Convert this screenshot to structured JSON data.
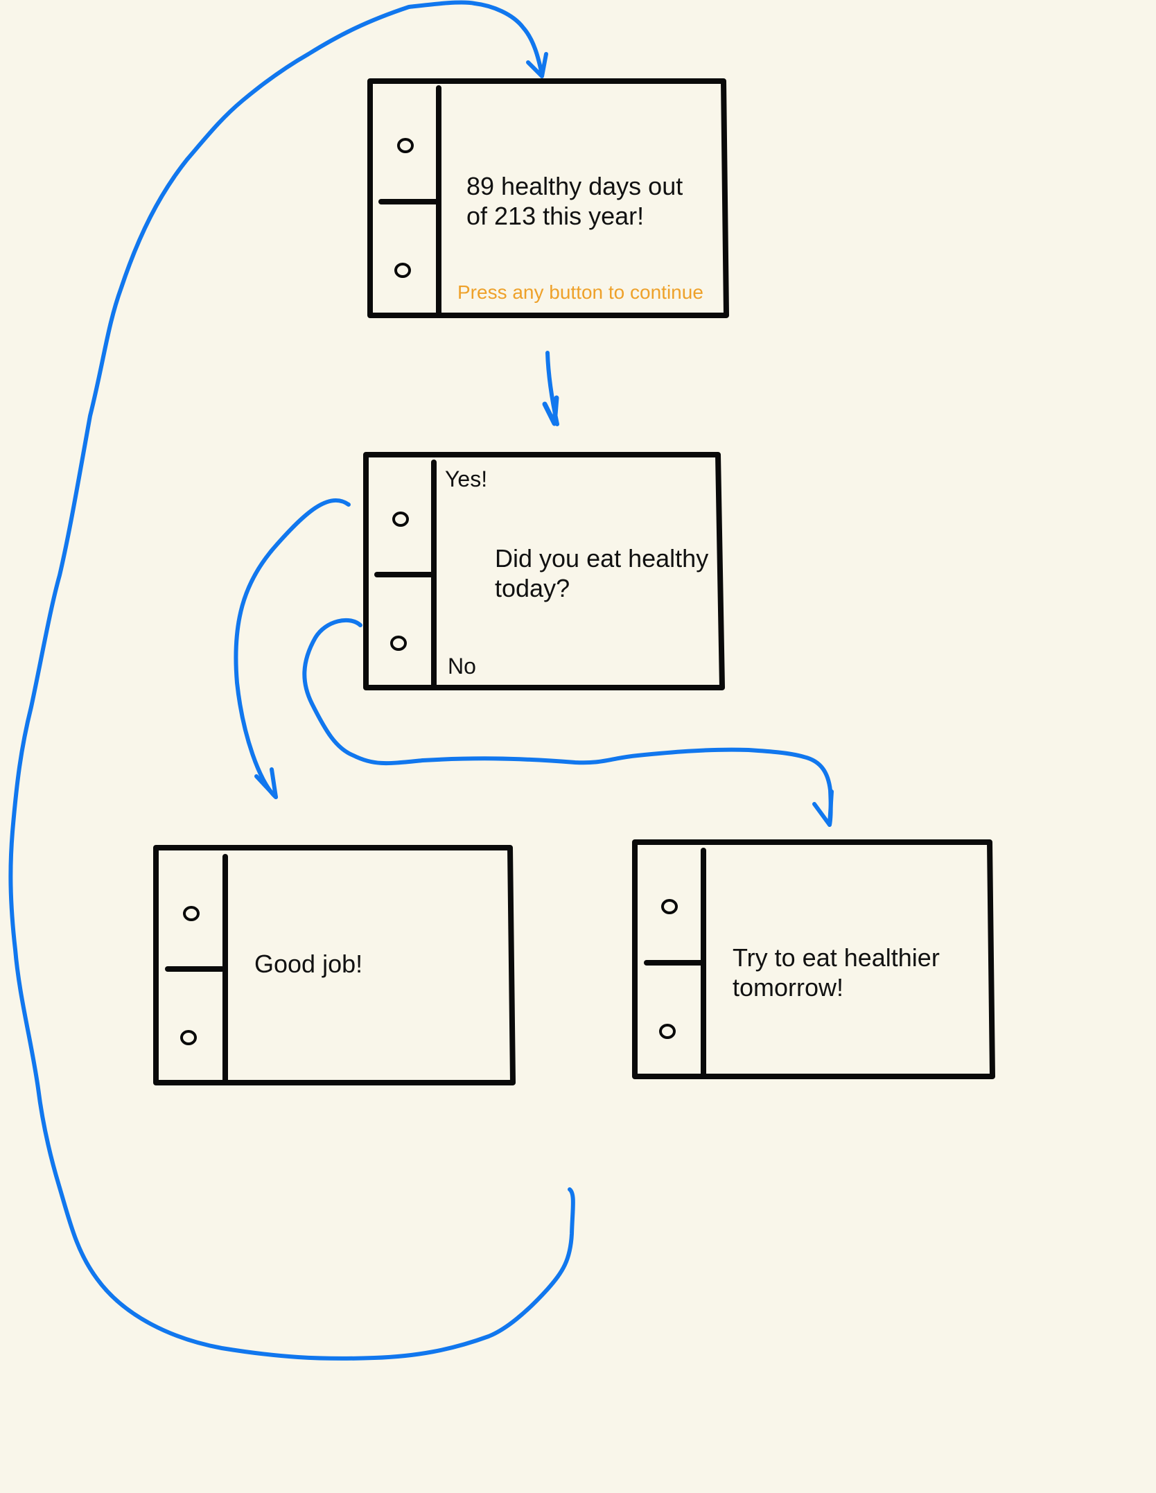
{
  "colors": {
    "background": "#f9f6ea",
    "frame": "#0a0a0a",
    "arrow": "#1177ee",
    "hint": "#eea12a"
  },
  "screens": {
    "summary": {
      "line1": "89 healthy days out",
      "line2": "of 213 this year!",
      "hint": "Press any button to continue"
    },
    "question": {
      "yes_label": "Yes!",
      "no_label": "No",
      "line1": "Did you eat healthy",
      "line2": "today?"
    },
    "good": {
      "line1": "Good job!"
    },
    "bad": {
      "line1": "Try to eat healthier",
      "line2": "tomorrow!"
    }
  }
}
